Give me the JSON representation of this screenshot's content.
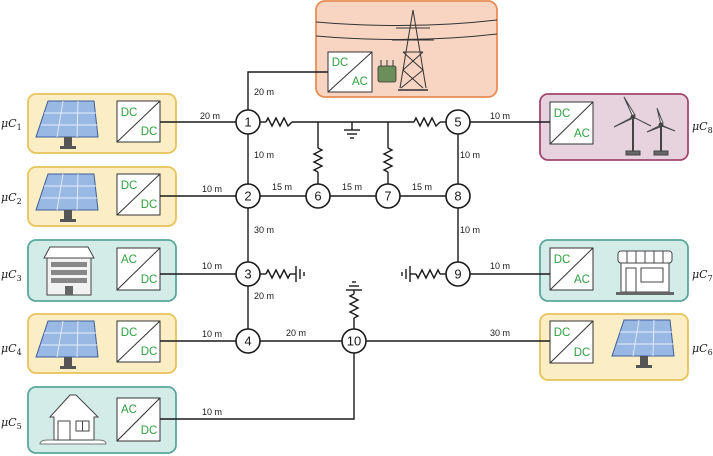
{
  "microgrids": [
    {
      "prefix": "μC",
      "sub": "1",
      "converter": [
        "DC",
        "DC"
      ],
      "source": "solar-panel",
      "bg": "#fbeec4",
      "border": "#e8c25a"
    },
    {
      "prefix": "μC",
      "sub": "2",
      "converter": [
        "DC",
        "DC"
      ],
      "source": "solar-panel",
      "bg": "#fbeec4",
      "border": "#e8c25a"
    },
    {
      "prefix": "μC",
      "sub": "3",
      "converter": [
        "AC",
        "DC"
      ],
      "source": "apartment-building",
      "bg": "#d3ece7",
      "border": "#5aa79a"
    },
    {
      "prefix": "μC",
      "sub": "4",
      "converter": [
        "DC",
        "DC"
      ],
      "source": "solar-panel",
      "bg": "#fbeec4",
      "border": "#e8c25a"
    },
    {
      "prefix": "μC",
      "sub": "5",
      "converter": [
        "AC",
        "DC"
      ],
      "source": "house",
      "bg": "#d3ece7",
      "border": "#5aa79a"
    },
    {
      "prefix": "μC",
      "sub": "6",
      "converter": [
        "DC",
        "DC"
      ],
      "source": "solar-panel",
      "bg": "#fbeec4",
      "border": "#e8c25a"
    },
    {
      "prefix": "μC",
      "sub": "7",
      "converter": [
        "DC",
        "AC"
      ],
      "source": "shop",
      "bg": "#d3ece7",
      "border": "#5aa79a"
    },
    {
      "prefix": "μC",
      "sub": "8",
      "converter": [
        "DC",
        "AC"
      ],
      "source": "wind-turbines",
      "bg": "#e7d3de",
      "border": "#a3476f"
    }
  ],
  "grid_connection": {
    "converter": [
      "DC",
      "AC"
    ],
    "source": "transmission-tower",
    "bg": "#f8d5c3",
    "border": "#e88d55"
  },
  "nodes": [
    "1",
    "2",
    "3",
    "4",
    "5",
    "6",
    "7",
    "8",
    "9",
    "10"
  ],
  "lengths": {
    "grid_to_1": "20 m",
    "uc1_to_1": "20 m",
    "n1_to_2": "10 m",
    "n5_to_uc8": "10 m",
    "n5_to_8": "10 m",
    "uc2_to_2": "10 m",
    "n2_to_6": "15 m",
    "n6_to_7": "15 m",
    "n7_to_8": "15 m",
    "n2_to_3": "30 m",
    "n8_to_9": "10 m",
    "uc3_to_3": "10 m",
    "n9_to_uc7": "10 m",
    "n3_to_4": "20 m",
    "uc4_to_4": "10 m",
    "n4_to_10": "20 m",
    "n10_to_uc6": "30 m",
    "uc5_to_10": "10 m"
  },
  "colors": {
    "converter_text": "#2fa040",
    "wire": "#1a1a1a"
  }
}
